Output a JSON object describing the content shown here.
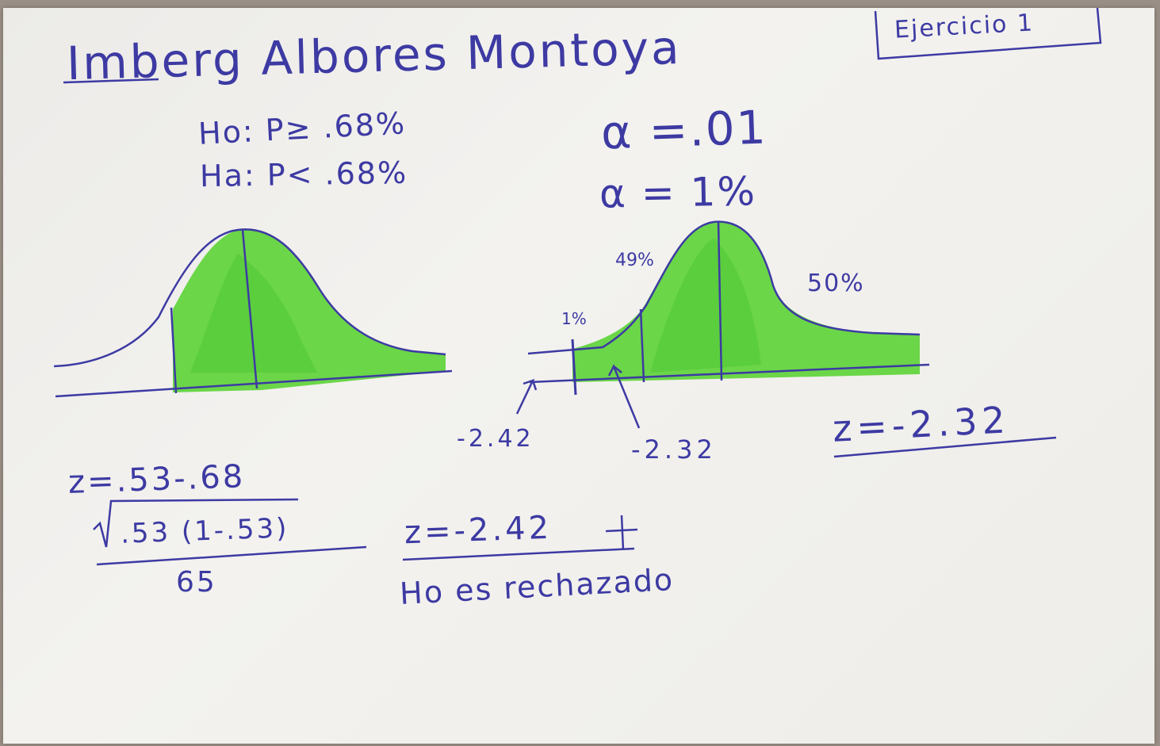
{
  "header": {
    "name": "Imberg Albores Montoya",
    "exercise": "Ejercicio 1"
  },
  "hypotheses": {
    "null": "Ho: P≥ .68%",
    "alternative": "Ha: P< .68%"
  },
  "alpha": {
    "decimal": "α =.01",
    "percent": "α = 1%"
  },
  "right_curve_labels": {
    "left_tail": "1%",
    "middle": "49%",
    "right_half": "50%",
    "z_observed": "-2.42",
    "z_critical": "-2.32"
  },
  "critical_result": "z=-2.32",
  "formula": {
    "numerator": "z=.53-.68",
    "radicand": ".53 (1-.53)",
    "denominator": "65"
  },
  "computed": "z=-2.42",
  "conclusion": "Ho es rechazado",
  "colors": {
    "ink": "#3d3aa3",
    "highlighter": "#5fd43a",
    "paper": "#f0efec"
  }
}
